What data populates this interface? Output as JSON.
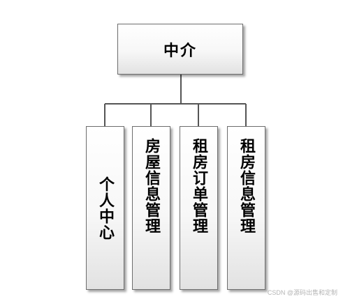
{
  "diagram": {
    "root": {
      "label": "中介"
    },
    "children": [
      {
        "label": "个人中心"
      },
      {
        "label": "房屋信息管理"
      },
      {
        "label": "租房订单管理"
      },
      {
        "label": "租房信息管理"
      }
    ],
    "colors": {
      "line": "#555555",
      "border": "#6d6d6d",
      "fill_top": "#ffffff",
      "fill_bottom": "#e2e2e2"
    }
  },
  "watermark": "CSDN @源码出售和定制"
}
